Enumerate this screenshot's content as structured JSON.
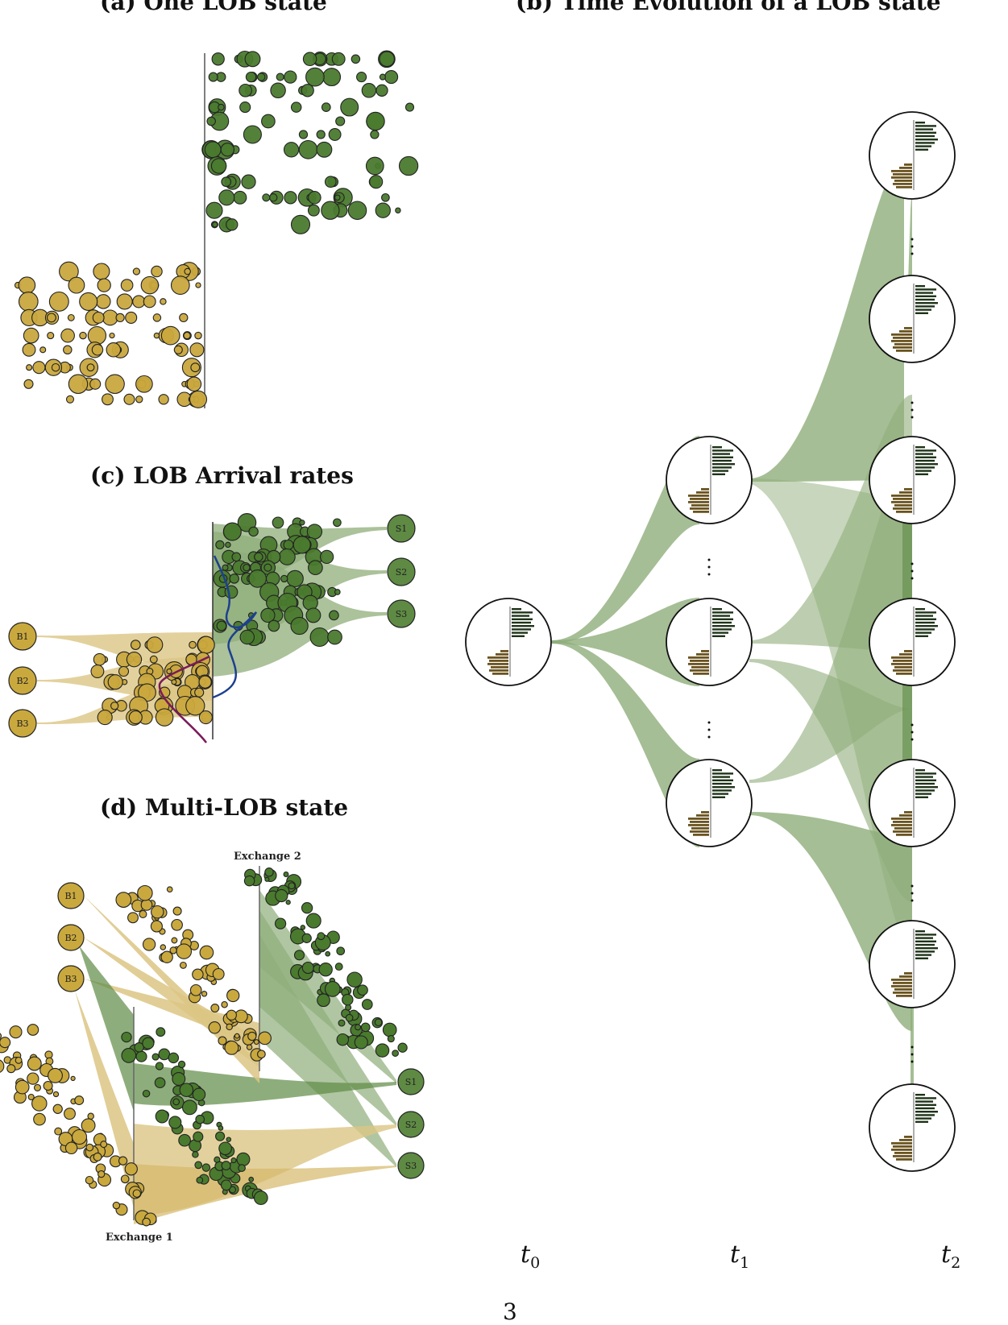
{
  "panels": {
    "a": {
      "title": "(a) One LOB state"
    },
    "b": {
      "title": "(b) Time Evolution of a LOB state"
    },
    "c": {
      "title": "(c) LOB Arrival rates"
    },
    "d": {
      "title": "(d) Multi-LOB state"
    }
  },
  "colors": {
    "bid": "#c9a83e",
    "ask": "#4a7a2e",
    "ask_flow": "#8fae7a",
    "ask_flow_dark": "#5e8a44",
    "bid_flow": "#dcc584",
    "bid_rate_curve": "#7a1a5a",
    "ask_rate_curve": "#1d3f8f",
    "outline": "#222222"
  },
  "panel_c": {
    "buyers": [
      "B1",
      "B2",
      "B3"
    ],
    "sellers": [
      "S1",
      "S2",
      "S3"
    ]
  },
  "panel_d": {
    "buyers": [
      "B1",
      "B2",
      "B3"
    ],
    "sellers": [
      "S1",
      "S2",
      "S3"
    ],
    "exchanges": [
      "Exchange 1",
      "Exchange 2"
    ]
  },
  "panel_b": {
    "time_steps": [
      {
        "label": "t",
        "sub": "0"
      },
      {
        "label": "t",
        "sub": "1"
      },
      {
        "label": "t",
        "sub": "2"
      }
    ],
    "nodes_per_step": [
      1,
      3,
      7
    ],
    "ellipsis": "⋮"
  },
  "page_number": "3"
}
